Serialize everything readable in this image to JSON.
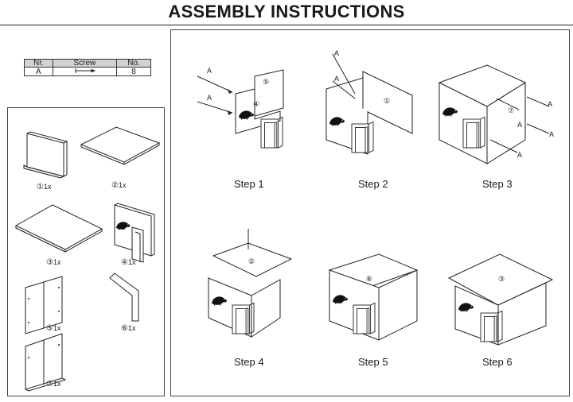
{
  "title": "ASSEMBLY INSTRUCTIONS",
  "screw_table": {
    "headers": [
      "Nr.",
      "Screw",
      "No."
    ],
    "row": {
      "nr": "A",
      "no": "8"
    }
  },
  "parts": [
    {
      "num": "①",
      "qty": "1x"
    },
    {
      "num": "②",
      "qty": "1x"
    },
    {
      "num": "③",
      "qty": "1x"
    },
    {
      "num": "④",
      "qty": "1x"
    },
    {
      "num": "⑤",
      "qty": "1x"
    },
    {
      "num": "⑥",
      "qty": "1x"
    },
    {
      "num": "⑦",
      "qty": "1x"
    }
  ],
  "steps": [
    "Step 1",
    "Step 2",
    "Step 3",
    "Step 4",
    "Step 5",
    "Step 6"
  ],
  "marks": {
    "screw": "A",
    "p1": "①",
    "p2": "②",
    "p3": "③",
    "p4": "④",
    "p5": "⑤",
    "p6": "⑥",
    "p7": "⑦"
  }
}
